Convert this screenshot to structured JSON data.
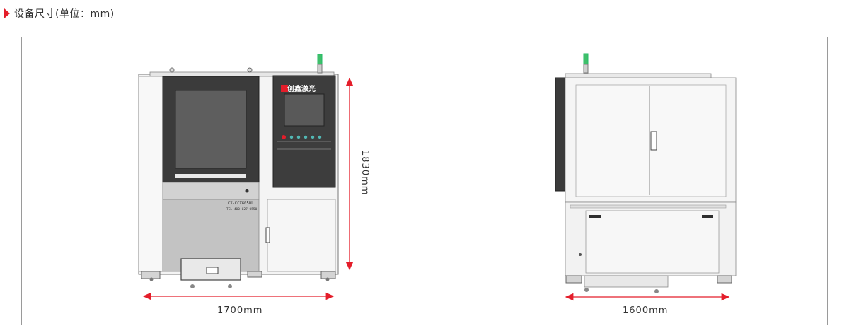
{
  "header": {
    "title": "设备尺寸(单位：mm)",
    "accent_color": "#e41d2a"
  },
  "front_view": {
    "brand_text": "创鑫激光",
    "model_plate": "CX-CCX6050L",
    "phone_plate": "TEL:400-027-0550",
    "width_label": "1700mm",
    "height_label": "1830mm"
  },
  "side_view": {
    "depth_label": "1600mm"
  },
  "colors": {
    "dimension_arrow": "#e41d2a",
    "machine_body": "#f2f2f2",
    "machine_dark": "#3a3a3a"
  }
}
